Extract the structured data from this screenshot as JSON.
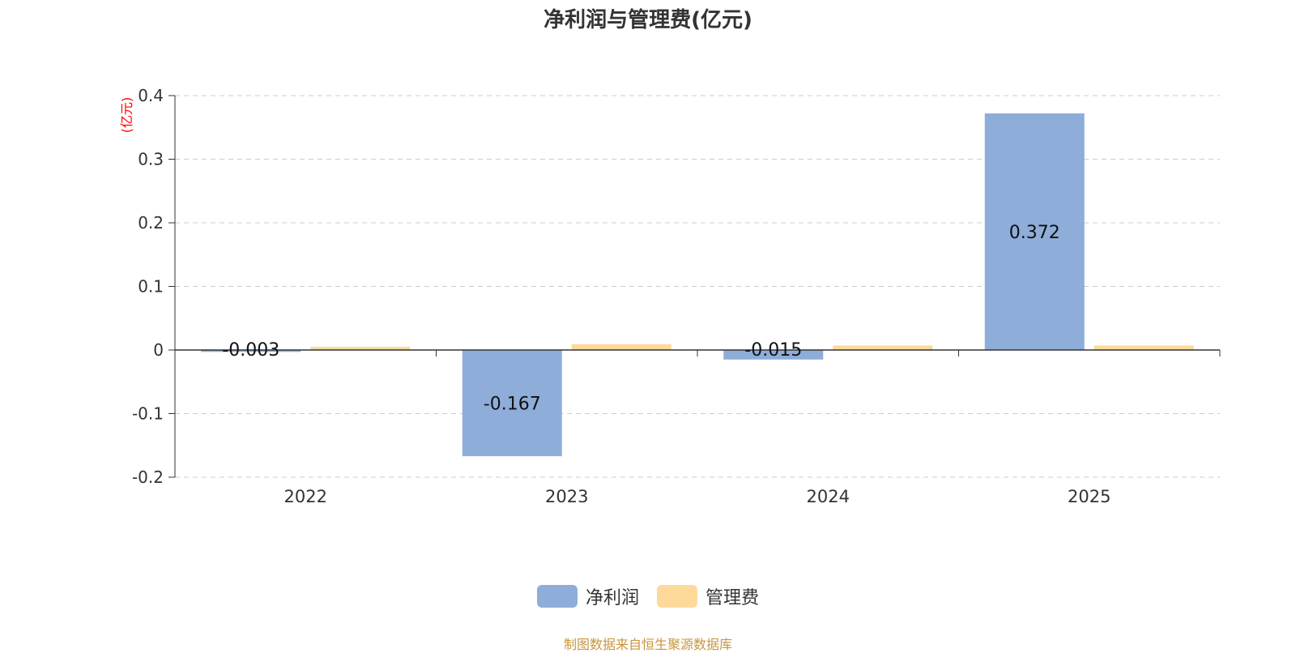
{
  "colors": {
    "net_profit": "#8eadd9",
    "admin_expense": "#fdd99a",
    "unit_label": "#ff0000",
    "source_note": "#c8963e"
  },
  "source_note": "制图数据来自恒生聚源数据库",
  "chart_data": {
    "type": "bar",
    "title": "净利润与管理费(亿元)",
    "ylabel": "(亿元)",
    "xlabel": "",
    "categories": [
      "2022",
      "2023",
      "2024",
      "2025"
    ],
    "series": [
      {
        "name": "净利润",
        "values": [
          -0.003,
          -0.167,
          -0.015,
          0.372
        ],
        "data_labels": [
          "-0.003",
          "-0.167",
          "-0.015",
          "0.372"
        ]
      },
      {
        "name": "管理费",
        "values": [
          0.005,
          0.009,
          0.007,
          0.007
        ]
      }
    ],
    "ylim": [
      -0.2,
      0.4
    ],
    "yticks": [
      {
        "value": 0.4,
        "label": "0.4"
      },
      {
        "value": 0.3,
        "label": "0.3"
      },
      {
        "value": 0.2,
        "label": "0.2"
      },
      {
        "value": 0.1,
        "label": "0.1"
      },
      {
        "value": 0,
        "label": "0"
      },
      {
        "value": -0.1,
        "label": "-0.1"
      },
      {
        "value": -0.2,
        "label": "-0.2"
      }
    ],
    "grid": true,
    "legend": "bottom-center"
  }
}
